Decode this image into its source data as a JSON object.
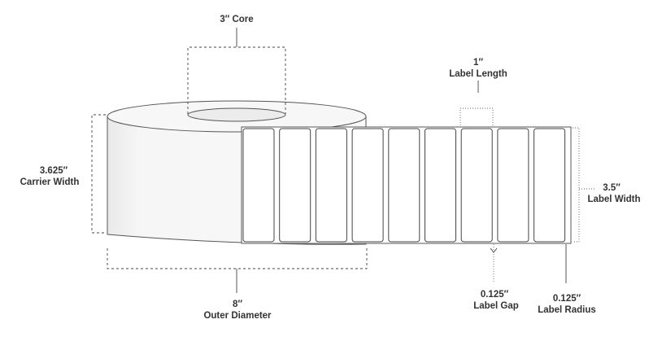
{
  "core": {
    "value": "3″",
    "name": "Core"
  },
  "label_length": {
    "value": "1″",
    "name": "Label Length"
  },
  "carrier_width": {
    "value": "3.625″",
    "name": "Carrier Width"
  },
  "label_width": {
    "value": "3.5″",
    "name": "Label Width"
  },
  "outer_diameter": {
    "value": "8″",
    "name": "Outer Diameter"
  },
  "label_gap": {
    "value": "0.125″",
    "name": "Label Gap"
  },
  "label_radius": {
    "value": "0.125″",
    "name": "Label Radius"
  },
  "label_count": 9
}
